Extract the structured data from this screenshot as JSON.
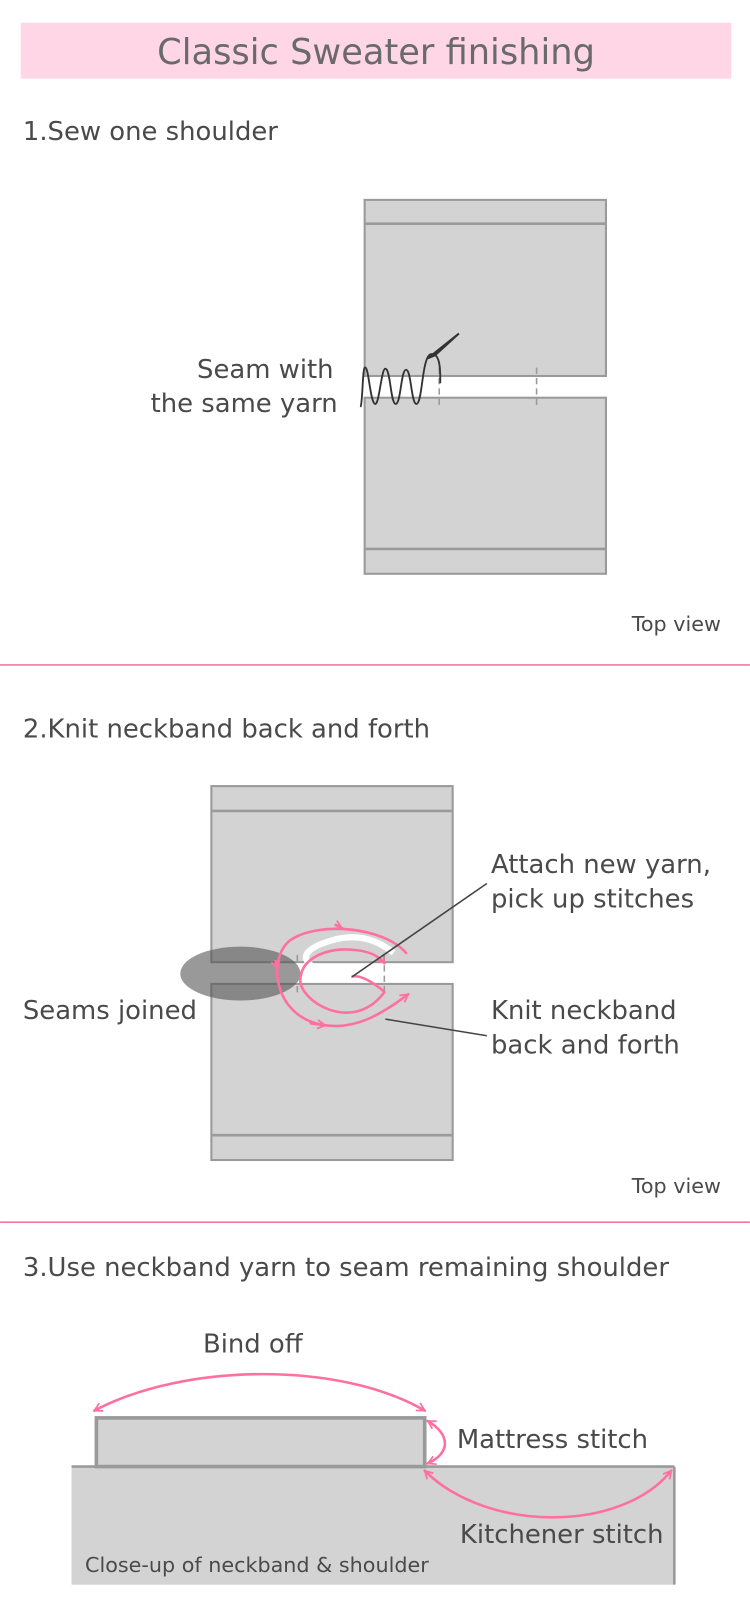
{
  "title": "Classic Sweater finishing",
  "colors": {
    "header_bg": "#ffd6e6",
    "divider": "#f06090",
    "arrow": "#ff6fa0",
    "panel": "#d3d3d3",
    "panel_edge": "#9a9a9a"
  },
  "step1": {
    "heading": "1.Sew one shoulder",
    "label_line1": "Seam with",
    "label_line2": "the same yarn",
    "view": "Top view"
  },
  "step2": {
    "heading": "2.Knit neckband back and forth",
    "attach_line1": "Attach new yarn,",
    "attach_line2": "pick up stitches",
    "joined": "Seams joined",
    "knit_line1": "Knit neckband",
    "knit_line2": "back and forth",
    "view": "Top view"
  },
  "step3": {
    "heading": "3.Use neckband yarn to seam remaining shoulder",
    "bind_off": "Bind off",
    "mattress": "Mattress stitch",
    "kitchener": "Kitchener stitch",
    "caption": "Close-up of neckband & shoulder"
  }
}
